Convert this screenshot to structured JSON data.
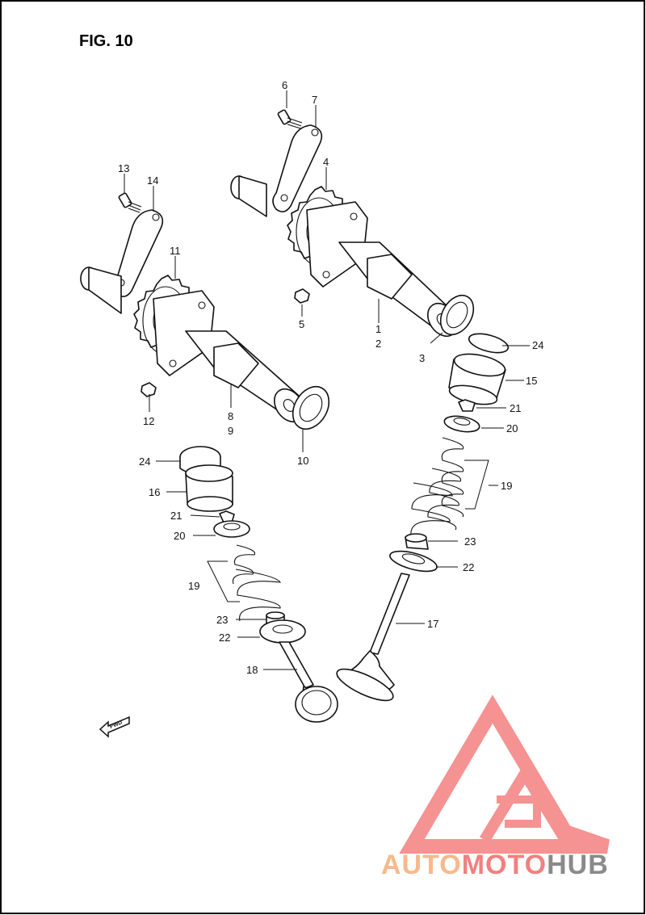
{
  "figure": {
    "title": "FIG. 10",
    "fwd_label": "FWD"
  },
  "callouts": [
    {
      "id": "6",
      "text": "6"
    },
    {
      "id": "7",
      "text": "7"
    },
    {
      "id": "4",
      "text": "4"
    },
    {
      "id": "13",
      "text": "13"
    },
    {
      "id": "14",
      "text": "14"
    },
    {
      "id": "11",
      "text": "11"
    },
    {
      "id": "5",
      "text": "5"
    },
    {
      "id": "1",
      "text": "1"
    },
    {
      "id": "2",
      "text": "2"
    },
    {
      "id": "3",
      "text": "3"
    },
    {
      "id": "24r",
      "text": "24"
    },
    {
      "id": "15",
      "text": "15"
    },
    {
      "id": "21r",
      "text": "21"
    },
    {
      "id": "20r",
      "text": "20"
    },
    {
      "id": "12",
      "text": "12"
    },
    {
      "id": "8",
      "text": "8"
    },
    {
      "id": "9",
      "text": "9"
    },
    {
      "id": "10",
      "text": "10"
    },
    {
      "id": "19r",
      "text": "19"
    },
    {
      "id": "24l",
      "text": "24"
    },
    {
      "id": "16",
      "text": "16"
    },
    {
      "id": "21l",
      "text": "21"
    },
    {
      "id": "20l",
      "text": "20"
    },
    {
      "id": "23r",
      "text": "23"
    },
    {
      "id": "22r",
      "text": "22"
    },
    {
      "id": "19l",
      "text": "19"
    },
    {
      "id": "17",
      "text": "17"
    },
    {
      "id": "23l",
      "text": "23"
    },
    {
      "id": "22l",
      "text": "22"
    },
    {
      "id": "18",
      "text": "18"
    }
  ],
  "watermark": {
    "part1": "AUTO",
    "part2": "MOTO",
    "part3": "HUB",
    "color_auto": "#f7b98c",
    "color_moto": "#f47f7f",
    "color_hub": "#8a8a8a"
  }
}
